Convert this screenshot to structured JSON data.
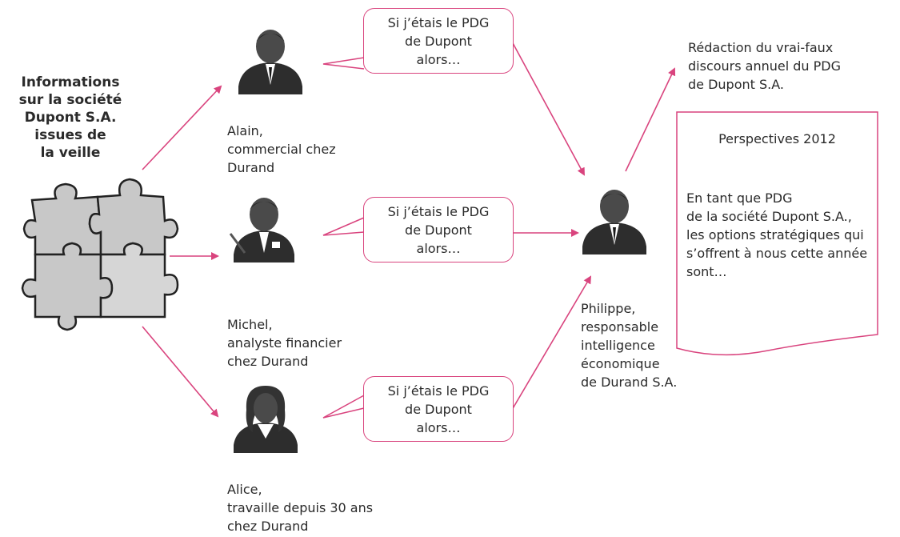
{
  "info_label": [
    "Informations",
    "sur la société",
    "Dupont S.A.",
    "issues de",
    "la veille"
  ],
  "persons": {
    "alain": [
      "Alain,",
      "commercial chez",
      "Durand"
    ],
    "michel": [
      "Michel,",
      "analyste financier",
      "chez Durand"
    ],
    "alice": [
      "Alice,",
      "travaille depuis 30 ans",
      "chez Durand"
    ],
    "philippe": [
      "Philippe,",
      "responsable",
      "intelligence",
      "économique",
      "de Durand S.A."
    ]
  },
  "bubbles": {
    "lines": [
      "Si j’étais le PDG",
      "de Dupont",
      "alors…"
    ]
  },
  "redaction": [
    "Rédaction du vrai-faux",
    "discours annuel du PDG",
    "de Dupont S.A."
  ],
  "document": {
    "title": "Perspectives 2012",
    "body": [
      "En tant que PDG",
      "de la société Dupont S.A.,",
      "les options stratégiques qui",
      "s’offrent à nous cette année",
      "sont…"
    ]
  },
  "colors": {
    "arrow": "#d9447e",
    "puzzle": "#c8c8c8",
    "outline": "#222222"
  },
  "icons": [
    "puzzle-icon",
    "businessman-icon",
    "analyst-icon",
    "businesswoman-icon",
    "manager-icon"
  ]
}
